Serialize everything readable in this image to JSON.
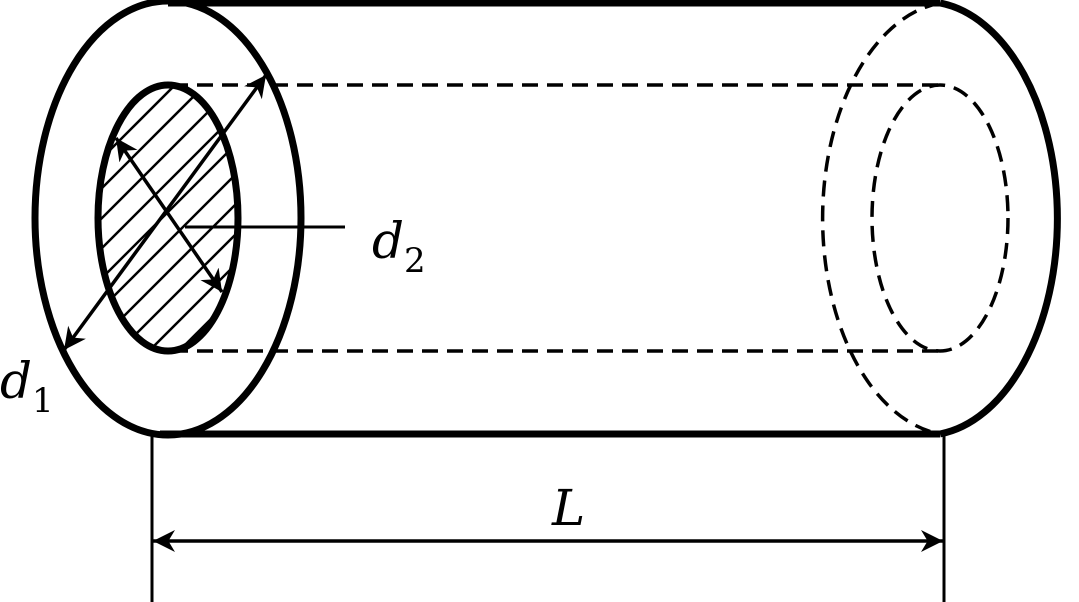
{
  "labels": {
    "d1": {
      "main": "d",
      "sub": "1"
    },
    "d2": {
      "main": "d",
      "sub": "2"
    },
    "length": "L"
  },
  "colors": {
    "stroke": "#000000",
    "background": "#ffffff"
  }
}
